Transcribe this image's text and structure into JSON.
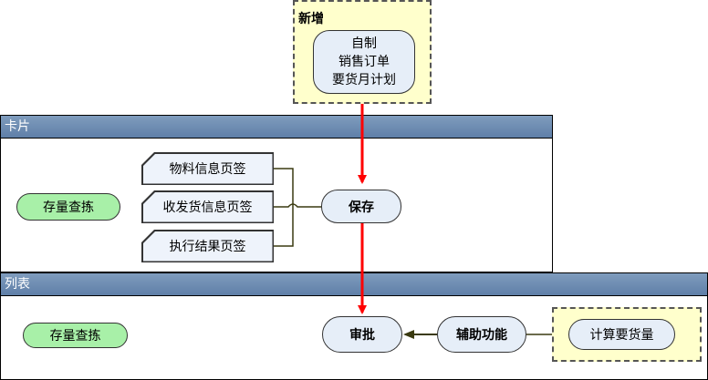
{
  "new_box": {
    "title": "新增",
    "items": [
      "自制",
      "销售订单",
      "要货月计划"
    ]
  },
  "card_lane": {
    "title": "卡片",
    "tabs": [
      "物料信息页签",
      "收发货信息页签",
      "执行结果页签"
    ],
    "stock_check": "存量查拣",
    "save": "保存"
  },
  "list_lane": {
    "title": "列表",
    "stock_check": "存量查拣",
    "approve": "审批",
    "aux": "辅助功能",
    "calc": "计算要货量"
  },
  "colors": {
    "lane_header": "#6b89b0",
    "flow_arrow": "#ff0000",
    "connector": "#3a3a10",
    "dash_fill": "#ffffcc",
    "pill_fill": "#e6eef8",
    "green_fill": "#a8f0a8"
  }
}
